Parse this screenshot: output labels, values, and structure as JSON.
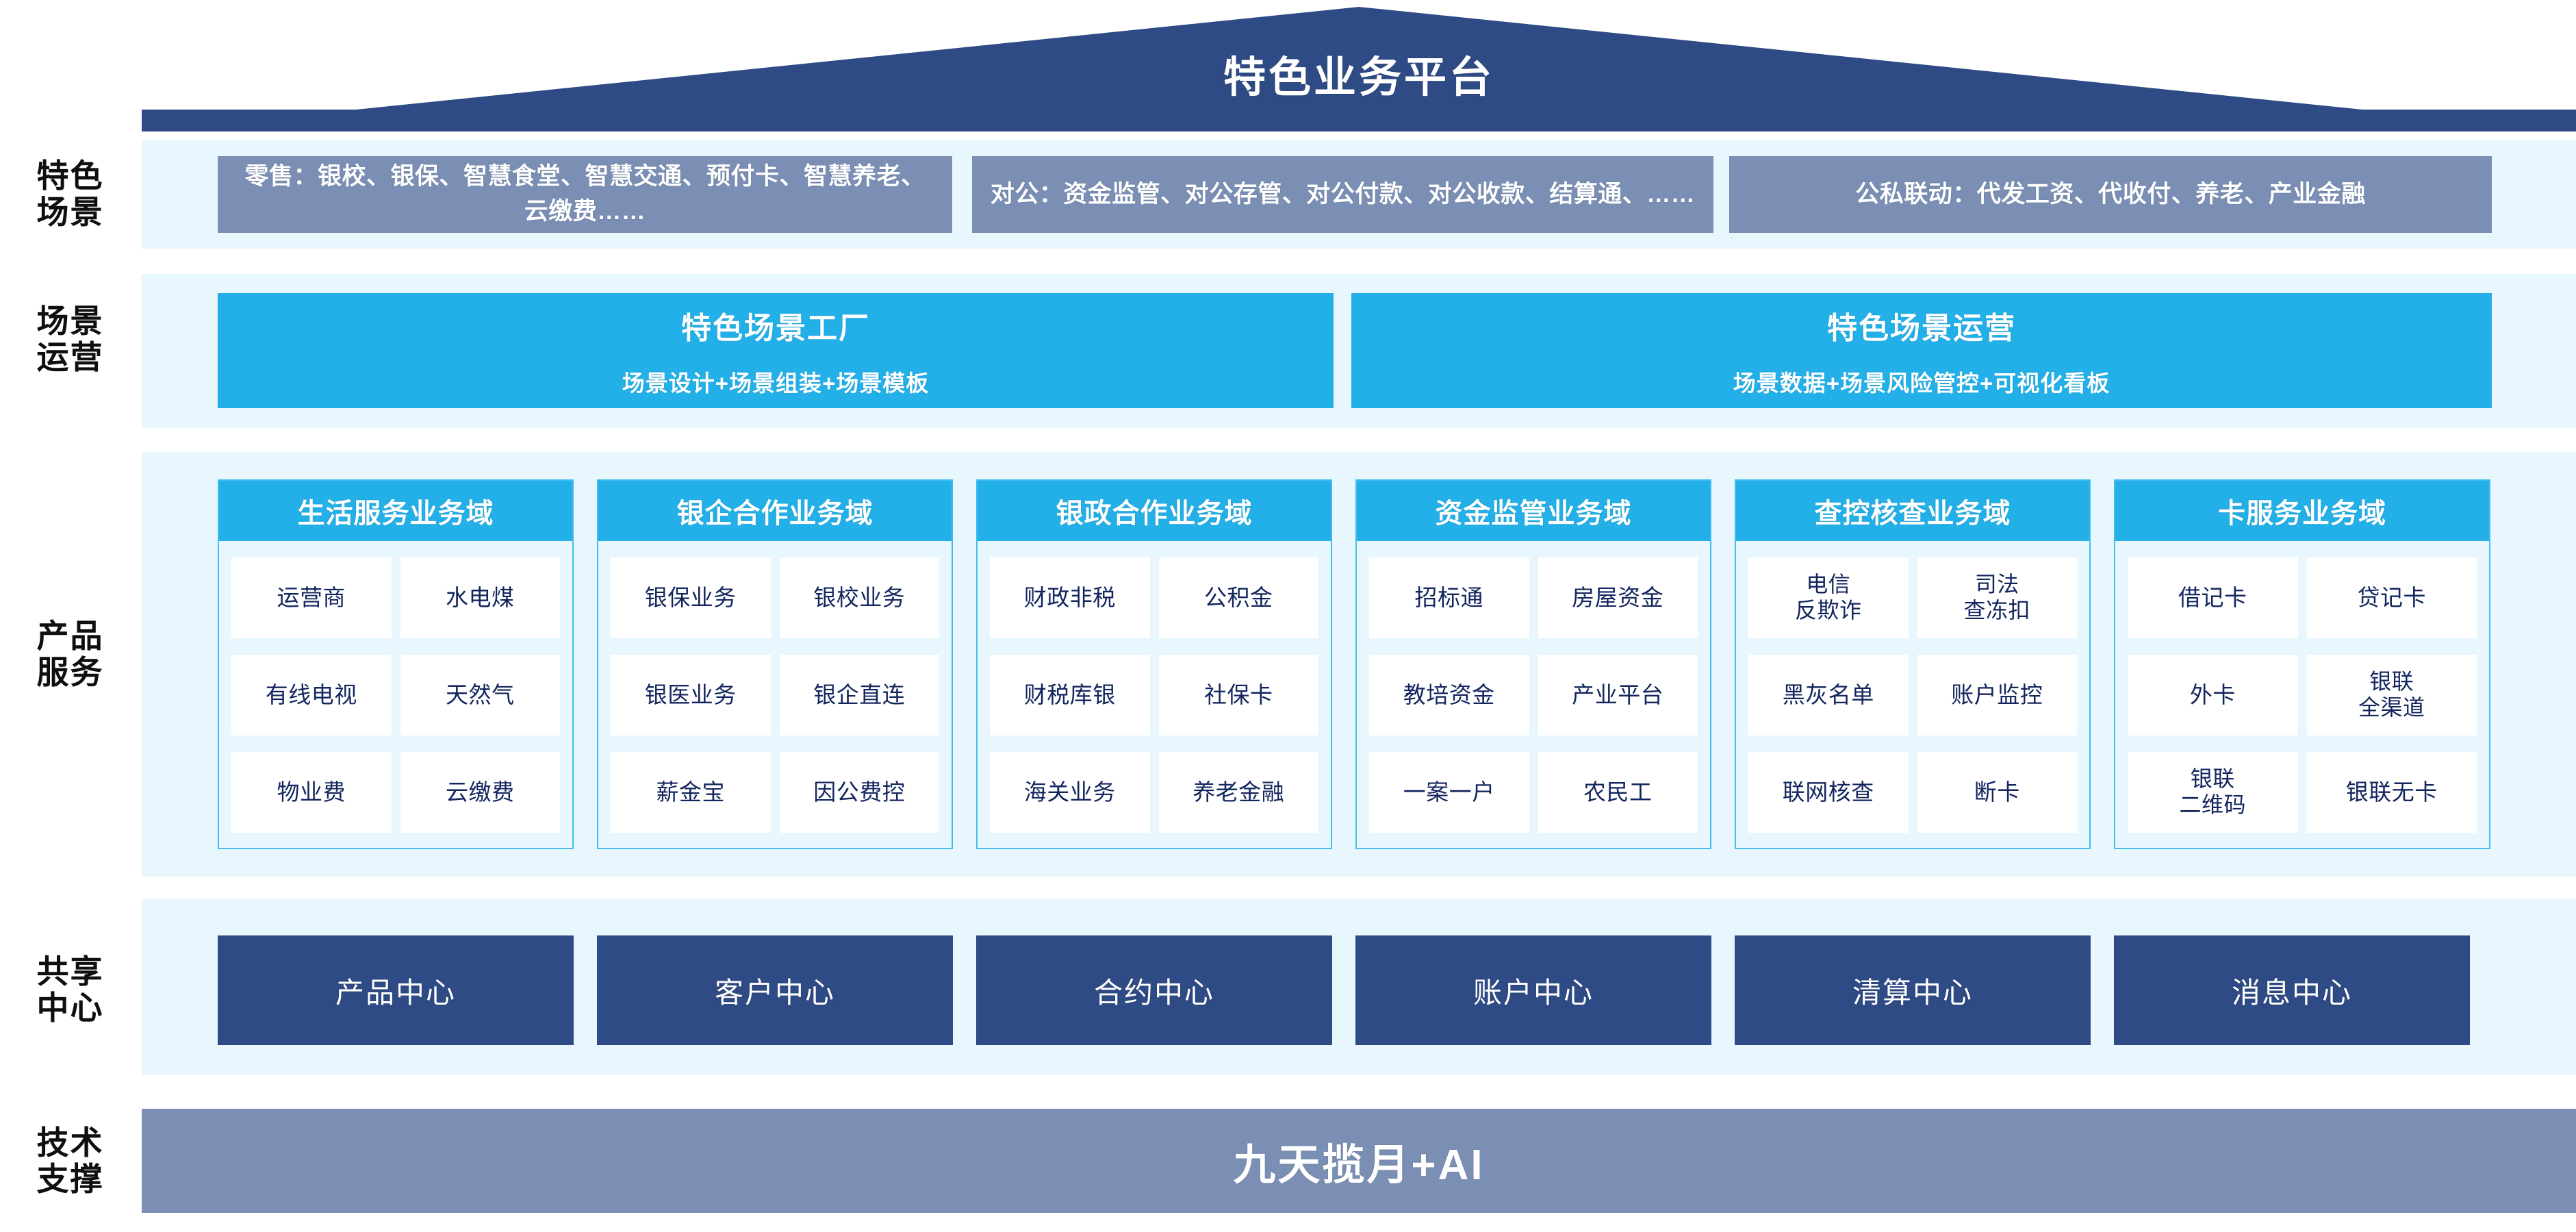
{
  "colors": {
    "roof_blue": "#2f4b85",
    "panel_bg": "#e8f6fd",
    "scene_box": "#7b8fb5",
    "cyan": "#23b0e8",
    "cyan_border": "#44bdec",
    "center_navy": "#2f4b85",
    "tech_gray_blue": "#7b8fb5",
    "cell_text": "#13255e"
  },
  "header": {
    "title": "特色业务平台"
  },
  "rows": {
    "scene": {
      "label_line1": "特色",
      "label_line2": "场景",
      "boxes": [
        {
          "text": "零售：银校、银保、智慧食堂、智慧交通、预付卡、智慧养老、云缴费……"
        },
        {
          "text": "对公：资金监管、对公存管、对公付款、对公收款、结算通、……"
        },
        {
          "text": "公私联动：代发工资、代收付、养老、产业金融"
        }
      ]
    },
    "operation": {
      "label_line1": "场景",
      "label_line2": "运营",
      "boxes": [
        {
          "title": "特色场景工厂",
          "subtitle": "场景设计+场景组装+场景模板"
        },
        {
          "title": "特色场景运营",
          "subtitle": "场景数据+场景风险管控+可视化看板"
        }
      ]
    },
    "product": {
      "label_line1": "产品",
      "label_line2": "服务",
      "domains": [
        {
          "title": "生活服务业务域",
          "items": [
            "运营商",
            "水电煤",
            "有线电视",
            "天然气",
            "物业费",
            "云缴费"
          ]
        },
        {
          "title": "银企合作业务域",
          "items": [
            "银保业务",
            "银校业务",
            "银医业务",
            "银企直连",
            "薪金宝",
            "因公费控"
          ]
        },
        {
          "title": "银政合作业务域",
          "items": [
            "财政非税",
            "公积金",
            "财税库银",
            "社保卡",
            "海关业务",
            "养老金融"
          ]
        },
        {
          "title": "资金监管业务域",
          "items": [
            "招标通",
            "房屋资金",
            "教培资金",
            "产业平台",
            "一案一户",
            "农民工"
          ]
        },
        {
          "title": "查控核查业务域",
          "items": [
            "电信\n反欺诈",
            "司法\n查冻扣",
            "黑灰名单",
            "账户监控",
            "联网核查",
            "断卡"
          ]
        },
        {
          "title": "卡服务业务域",
          "items": [
            "借记卡",
            "贷记卡",
            "外卡",
            "银联\n全渠道",
            "银联\n二维码",
            "银联无卡"
          ]
        }
      ]
    },
    "shared": {
      "label_line1": "共享",
      "label_line2": "中心",
      "centers": [
        "产品中心",
        "客户中心",
        "合约中心",
        "账户中心",
        "清算中心",
        "消息中心"
      ]
    },
    "tech": {
      "label_line1": "技术",
      "label_line2": "支撑",
      "bar_text": "九天揽月+AI"
    }
  }
}
